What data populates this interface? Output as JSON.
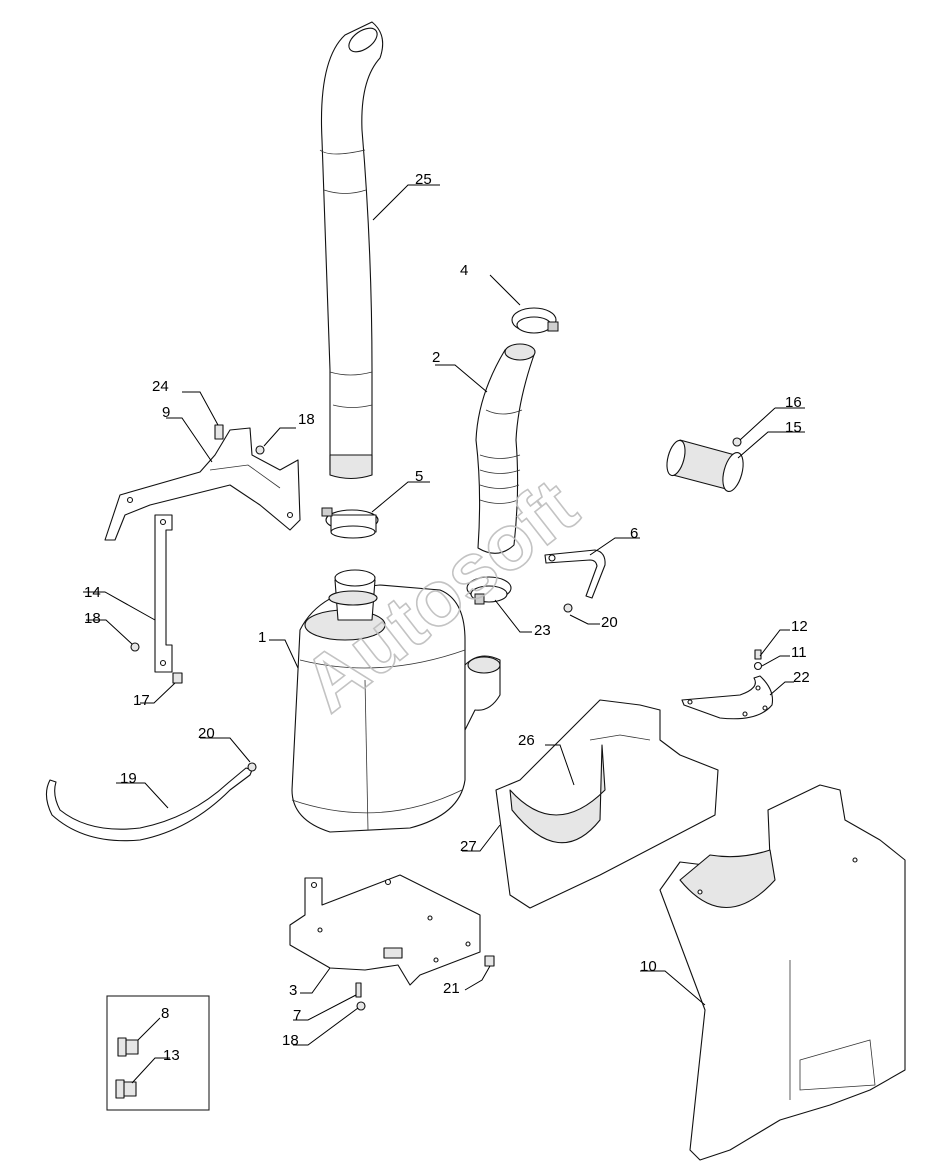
{
  "watermark": "Autosoft",
  "callouts": [
    {
      "id": "c25",
      "text": "25"
    },
    {
      "id": "c4",
      "text": "4"
    },
    {
      "id": "c2",
      "text": "2"
    },
    {
      "id": "c24",
      "text": "24"
    },
    {
      "id": "c9",
      "text": "9"
    },
    {
      "id": "c18a",
      "text": "18"
    },
    {
      "id": "c5",
      "text": "5"
    },
    {
      "id": "c16",
      "text": "16"
    },
    {
      "id": "c15",
      "text": "15"
    },
    {
      "id": "c6",
      "text": "6"
    },
    {
      "id": "c14",
      "text": "14"
    },
    {
      "id": "c18b",
      "text": "18"
    },
    {
      "id": "c1",
      "text": "1"
    },
    {
      "id": "c23",
      "text": "23"
    },
    {
      "id": "c20a",
      "text": "20"
    },
    {
      "id": "c12",
      "text": "12"
    },
    {
      "id": "c11",
      "text": "11"
    },
    {
      "id": "c22",
      "text": "22"
    },
    {
      "id": "c17",
      "text": "17"
    },
    {
      "id": "c20b",
      "text": "20"
    },
    {
      "id": "c26",
      "text": "26"
    },
    {
      "id": "c19",
      "text": "19"
    },
    {
      "id": "c27",
      "text": "27"
    },
    {
      "id": "c10",
      "text": "10"
    },
    {
      "id": "c3",
      "text": "3"
    },
    {
      "id": "c21",
      "text": "21"
    },
    {
      "id": "c7",
      "text": "7"
    },
    {
      "id": "c18c",
      "text": "18"
    },
    {
      "id": "c8",
      "text": "8"
    },
    {
      "id": "c13",
      "text": "13"
    }
  ]
}
